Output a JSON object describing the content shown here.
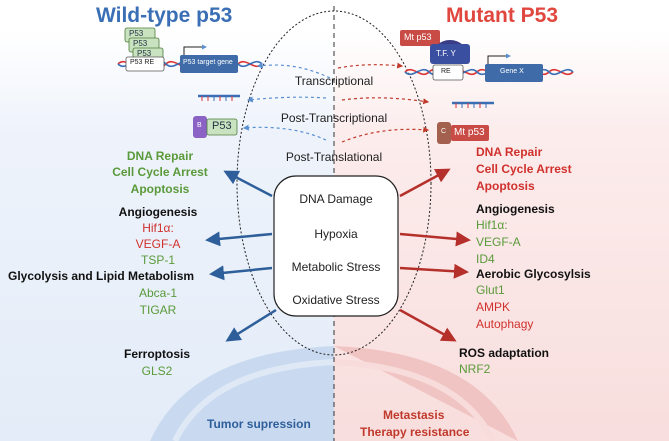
{
  "titles": {
    "left": "Wild-type p53",
    "right": "Mutant P53"
  },
  "colors": {
    "left_title": "#3a6fb5",
    "right_title": "#e0473f",
    "green": "#5a9a3a",
    "red": "#d0312d"
  },
  "regulation_levels": [
    "Transcriptional",
    "Post-Transcriptional",
    "Post-Translational"
  ],
  "stresses": [
    "DNA Damage",
    "Hypoxia",
    "Metabolic Stress",
    "Oxidative Stress"
  ],
  "left_top": {
    "p53_stack": [
      "P53",
      "P53",
      "P53"
    ],
    "re_label": "P53 RE",
    "gene_label": "P53 target gene",
    "modifier": "B",
    "protein": "P53"
  },
  "right_top": {
    "mt_label": "Mt p53",
    "tf_label": "T.F. Y",
    "re_label": "RE",
    "gene_label": "Gene X",
    "modifier": "C",
    "protein": "Mt p53"
  },
  "left_outcomes": {
    "g1": [
      "DNA Repair",
      "Cell Cycle Arrest",
      "Apoptosis"
    ],
    "g2_title": "Angiogenesis",
    "g2_items": [
      "Hif1α:",
      "VEGF-A",
      "TSP-1"
    ],
    "g3_title": "Glycolysis and Lipid Metabolism",
    "g3_items": [
      "Abca-1",
      "TIGAR"
    ],
    "g4_title": "Ferroptosis",
    "g4_items": [
      "GLS2"
    ]
  },
  "right_outcomes": {
    "g1": [
      "DNA Repair",
      "Cell Cycle Arrest",
      "Apoptosis"
    ],
    "g2_title": "Angiogenesis",
    "g2_items": [
      "Hif1α:",
      "VEGF-A",
      "ID4"
    ],
    "g3_title": "Aerobic Glycosylsis",
    "g3_items": [
      "Glut1",
      "AMPK",
      "Autophagy"
    ],
    "g4_title": "ROS adaptation",
    "g4_items": [
      "NRF2"
    ]
  },
  "bottom": {
    "left": "Tumor supression",
    "right_1": "Metastasis",
    "right_2": "Therapy resistance"
  }
}
